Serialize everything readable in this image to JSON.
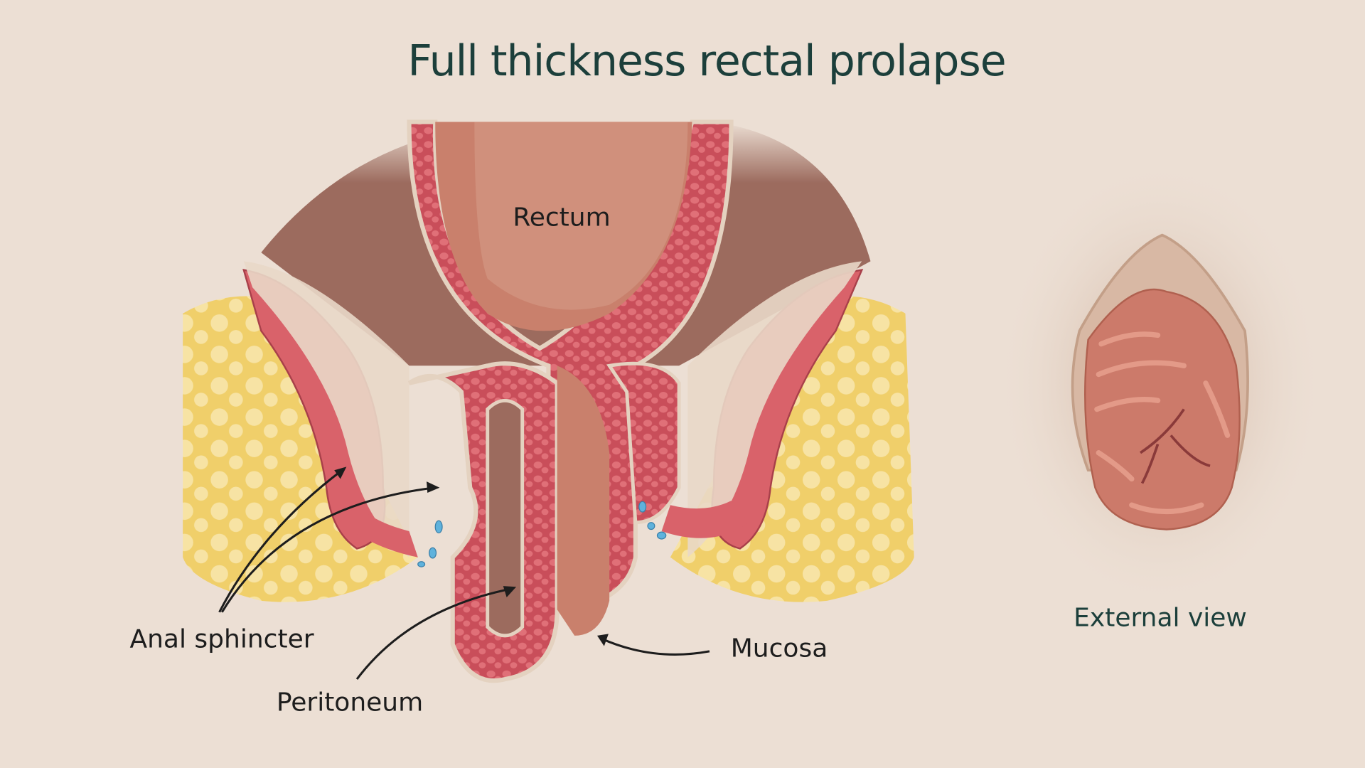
{
  "title": "Full thickness rectal prolapse",
  "labels": {
    "rectum": "Rectum",
    "anal_sphincter": "Anal sphincter",
    "peritoneum": "Peritoneum",
    "mucosa": "Mucosa",
    "external_view": "External view"
  },
  "colors": {
    "background": "#ecdfd4",
    "title": "#1c3f3b",
    "muscle": "#d9626a",
    "fat": "#f0cf6a",
    "rectum": "#c9806c",
    "cavity": "#9c6b5e"
  }
}
